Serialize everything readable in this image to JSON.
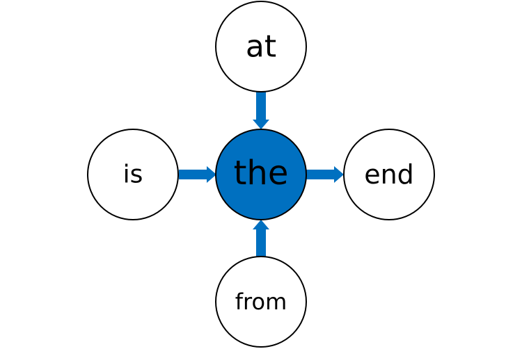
{
  "diagram": {
    "center": {
      "label": "the",
      "fill": "#0070C0"
    },
    "satellites": {
      "top": {
        "label": "at"
      },
      "left": {
        "label": "is"
      },
      "right": {
        "label": "end"
      },
      "bottom": {
        "label": "from"
      }
    },
    "edges": [
      {
        "from": "at",
        "to": "the"
      },
      {
        "from": "is",
        "to": "the"
      },
      {
        "from": "the",
        "to": "end"
      },
      {
        "from": "from",
        "to": "the"
      }
    ],
    "colors": {
      "arrow": "#0070C0",
      "node_fill": "#FFFFFF",
      "node_stroke": "#000000"
    }
  }
}
